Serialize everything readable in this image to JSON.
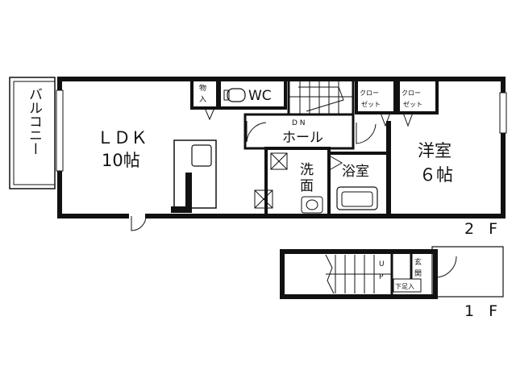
{
  "plan": {
    "second_floor": {
      "floor_label": "2 F",
      "rooms": {
        "balcony": "バルコニー",
        "ldk_name": "ＬＤＫ",
        "ldk_size": "10帖",
        "storage": [
          "物",
          "入"
        ],
        "wc": "WC",
        "dn": "D N",
        "hall": "ホール",
        "closet_left": [
          "クロー",
          "ゼット"
        ],
        "closet_right": [
          "クロー",
          "ゼット"
        ],
        "western_name": "洋室",
        "western_size": "６帖",
        "washroom": [
          "洗",
          "面"
        ],
        "bath": "浴室"
      }
    },
    "first_floor": {
      "floor_label": "1 F",
      "rooms": {
        "up": [
          "U",
          "P"
        ],
        "entrance": [
          "玄",
          "関"
        ],
        "shoe_box": "下足入"
      }
    }
  }
}
